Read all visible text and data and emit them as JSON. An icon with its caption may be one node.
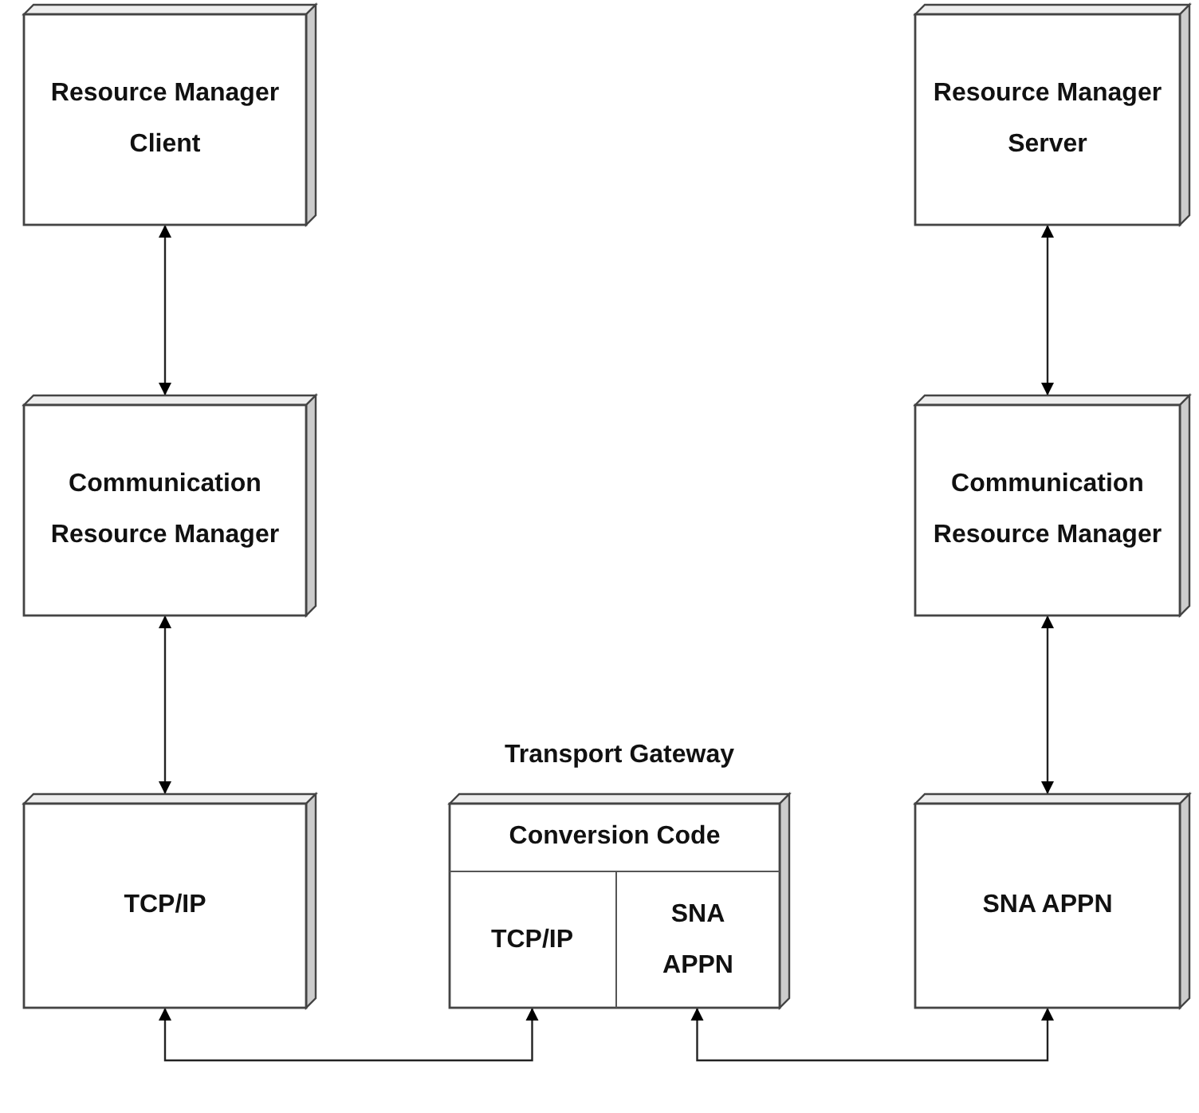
{
  "diagram": {
    "nodes": [
      {
        "text": [
          "Resource Manager Client"
        ]
      },
      {
        "text": [
          "Communication Resource Manager"
        ]
      },
      {
        "text": [
          "TCP/IP"
        ]
      },
      {
        "text": [
          "Transport Gateway"
        ]
      },
      {
        "text": [
          "Conversion Code"
        ],
        "in": 3
      },
      {
        "text": [
          "TCP/IP"
        ],
        "in": 3
      },
      {
        "text": [
          "SNA APPN"
        ],
        "in": 3
      },
      {
        "text": [
          "Resource Manager Server"
        ]
      },
      {
        "text": [
          "Communication Resource Manager"
        ]
      },
      {
        "text": [
          "SNA APPN"
        ]
      }
    ],
    "edges": [
      {
        "from": 0,
        "to": 1,
        "arrow": "both"
      },
      {
        "from": 1,
        "to": 2,
        "arrow": "both"
      },
      {
        "from": 7,
        "to": 8,
        "arrow": "both"
      },
      {
        "from": 8,
        "to": 9,
        "arrow": "both"
      },
      {
        "from": 2,
        "to": 5,
        "arrow": "both"
      },
      {
        "from": 6,
        "to": 9,
        "arrow": "both"
      }
    ]
  }
}
